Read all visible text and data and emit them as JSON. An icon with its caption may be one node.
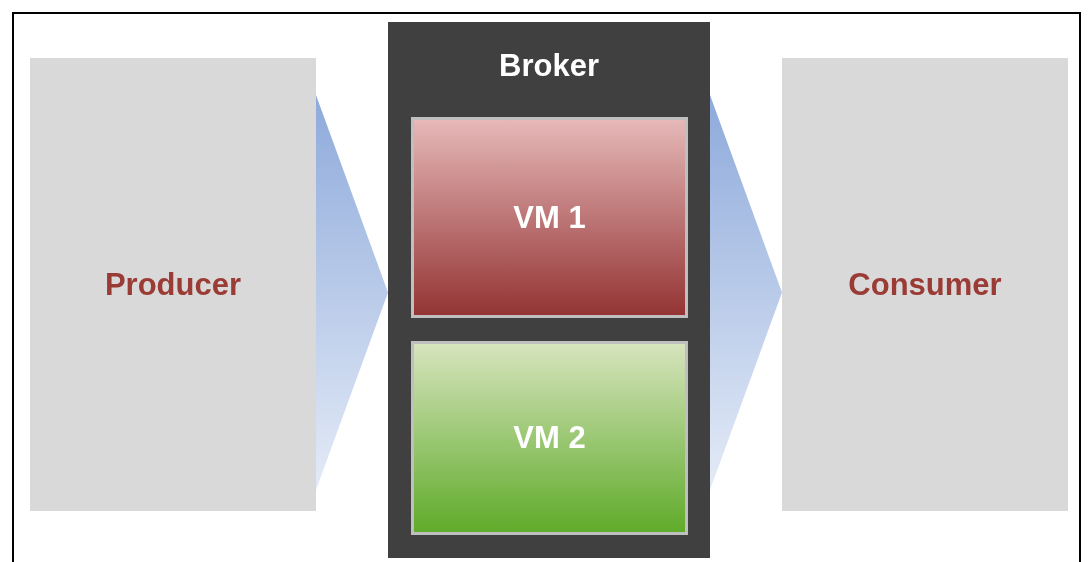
{
  "diagram": {
    "nodes": [
      {
        "text": [
          "Producer"
        ]
      },
      {
        "text": [
          "Broker"
        ]
      },
      {
        "text": [
          "VM 1"
        ],
        "in": 1
      },
      {
        "text": [
          "VM 2"
        ],
        "in": 1
      },
      {
        "text": [
          "Consumer"
        ]
      }
    ],
    "edges": [
      {
        "from": 0,
        "to": 1,
        "arrow": "to"
      },
      {
        "from": 1,
        "to": 4,
        "arrow": "to"
      }
    ]
  }
}
